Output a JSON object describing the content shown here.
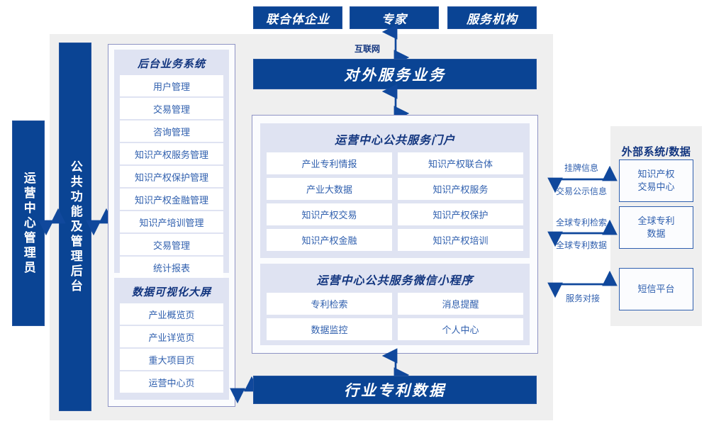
{
  "colors": {
    "primary": "#0a4494",
    "panel": "#dfe3f2",
    "accentText": "#2f5fae",
    "titleText": "#12357f",
    "canvas": "#efefef"
  },
  "top_actors": [
    {
      "label": "联合体企业"
    },
    {
      "label": "专家"
    },
    {
      "label": "服务机构"
    }
  ],
  "internet_label": "互联网",
  "external_service_bar": "对外服务业务",
  "industry_data_bar": "行业专利数据",
  "left_roles": [
    {
      "label": "运营中心管理员"
    },
    {
      "label": "公共功能及管理后台"
    }
  ],
  "backend_system": {
    "title": "后台业务系统",
    "items": [
      "用户管理",
      "交易管理",
      "咨询管理",
      "知识产权服务管理",
      "知识产权保护管理",
      "知识产权金融管理",
      "知识产培训管理",
      "交易管理",
      "统计报表"
    ]
  },
  "visualization": {
    "title": "数据可视化大屏",
    "items": [
      "产业概览页",
      "产业详览页",
      "重大项目页",
      "运营中心页"
    ]
  },
  "portal": {
    "title": "运营中心公共服务门户",
    "left_items": [
      "产业专利情报",
      "产业大数据",
      "知识产权交易",
      "知识产权金融"
    ],
    "right_items": [
      "知识产权联合体",
      "知识产权服务",
      "知识产权保护",
      "知识产权培训"
    ]
  },
  "miniprogram": {
    "title": "运营中心公共服务微信小程序",
    "left_items": [
      "专利检索",
      "数据监控"
    ],
    "right_items": [
      "消息提醒",
      "个人中心"
    ]
  },
  "external": {
    "title": "外部系统/数据",
    "systems": [
      {
        "label": "知识产权\n交易中心",
        "line1": "知识产权",
        "line2": "交易中心"
      },
      {
        "label": "全球专利\n数据",
        "line1": "全球专利",
        "line2": "数据"
      },
      {
        "label": "短信平台",
        "line1": "短信平台",
        "line2": ""
      }
    ],
    "connectors": [
      {
        "above": "挂牌信息",
        "below": "交易公示信息"
      },
      {
        "above": "全球专利检索",
        "below": "全球专利数据"
      },
      {
        "above": "",
        "below": "服务对接"
      }
    ]
  }
}
